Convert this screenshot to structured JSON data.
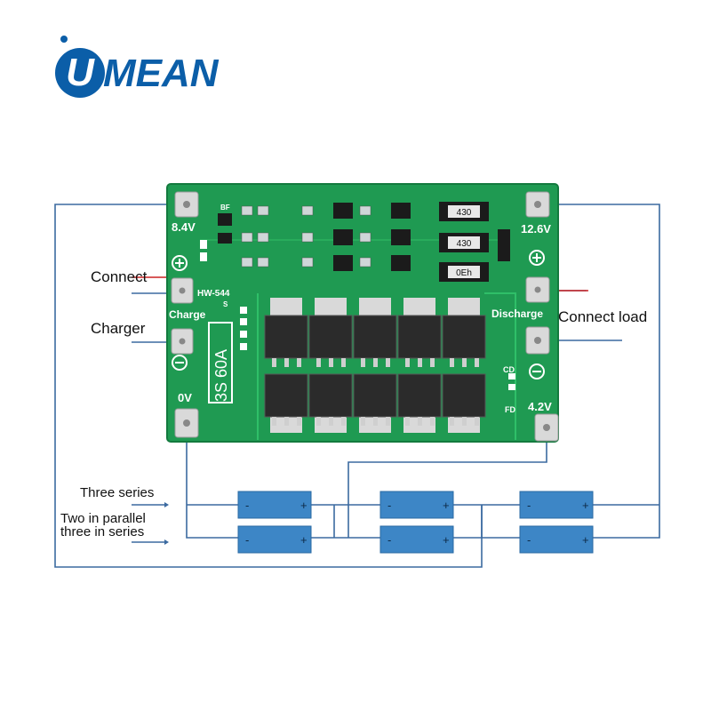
{
  "logo": {
    "text": "UMEAN"
  },
  "board": {
    "model": "HW-544",
    "rating": "3S 60A",
    "labels": {
      "v84": "8.4V",
      "v126": "12.6V",
      "v0": "0V",
      "v42": "4.2V",
      "charge": "Charge",
      "discharge": "Discharge",
      "bf": "BF",
      "s": "S",
      "cd": "CD",
      "fd": "FD"
    },
    "resistors": [
      "430",
      "430",
      "0Eh"
    ]
  },
  "annotations": {
    "connect": "Connect",
    "charger": "Charger",
    "connect_load": "Connect load",
    "three_series": "Three series",
    "two_parallel_line1": "Two in parallel",
    "two_parallel_line2": "three in series"
  },
  "battery": {
    "minus": "-",
    "plus": "+"
  },
  "colors": {
    "pcb": "#1f9a52",
    "pcb_edge": "#137a3e",
    "wire": "#3b6aa0",
    "battery": "#3d86c6",
    "logo": "#0b5ea8",
    "arrow_red": "#cc2222"
  }
}
